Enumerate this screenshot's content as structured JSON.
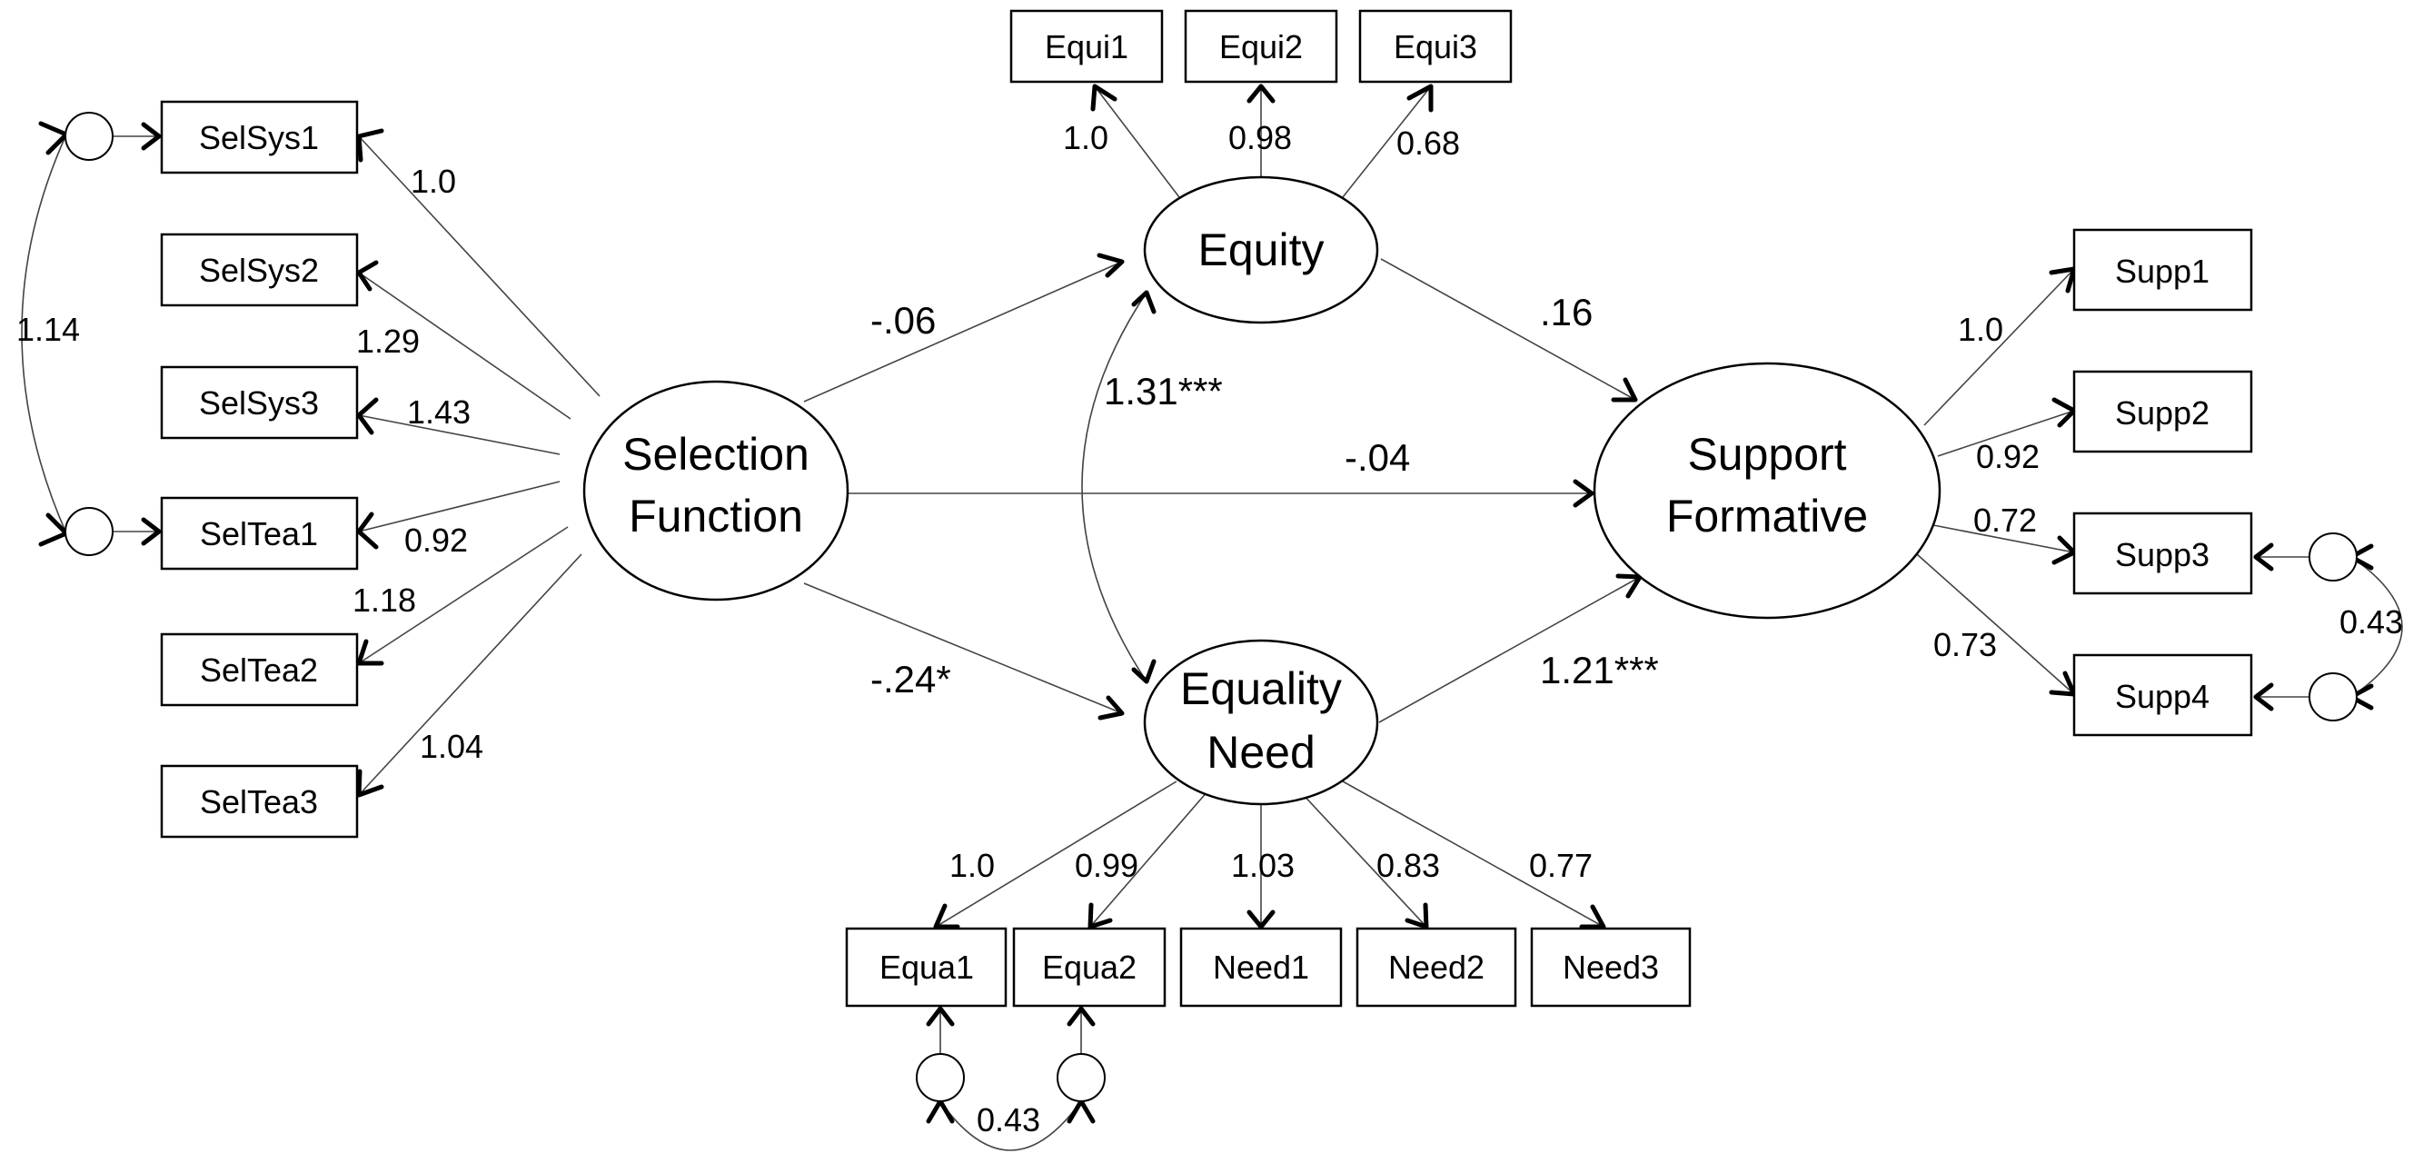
{
  "latent": {
    "selection": [
      "Selection",
      "Function"
    ],
    "equity": [
      "Equity"
    ],
    "equality": [
      "Equality",
      "Need"
    ],
    "support": [
      "Support",
      "Formative"
    ]
  },
  "indicators": {
    "selsys1": "SelSys1",
    "selsys2": "SelSys2",
    "selsys3": "SelSys3",
    "seltea1": "SelTea1",
    "seltea2": "SelTea2",
    "seltea3": "SelTea3",
    "equi1": "Equi1",
    "equi2": "Equi2",
    "equi3": "Equi3",
    "supp1": "Supp1",
    "supp2": "Supp2",
    "supp3": "Supp3",
    "supp4": "Supp4",
    "equa1": "Equa1",
    "equa2": "Equa2",
    "need1": "Need1",
    "need2": "Need2",
    "need3": "Need3"
  },
  "loadings": {
    "selsys1": "1.0",
    "selsys2": "1.29",
    "selsys3": "1.43",
    "seltea1": "0.92",
    "seltea2": "1.18",
    "seltea3": "1.04",
    "equi1": "1.0",
    "equi2": "0.98",
    "equi3": "0.68",
    "supp1": "1.0",
    "supp2": "0.92",
    "supp3": "0.72",
    "supp4": "0.73",
    "equa1": "1.0",
    "equa2": "0.99",
    "need1": "1.03",
    "need2": "0.83",
    "need3": "0.77"
  },
  "paths": {
    "selection_equity": "-.06",
    "selection_support": "-.04",
    "selection_equality": "-.24*",
    "equity_support": ".16",
    "equality_support": "1.21***"
  },
  "covariances": {
    "equity_equality": "1.31***",
    "err_selsys1_seltea1": "1.14",
    "err_supp3_supp4": "0.43",
    "err_equa1_equa2": "0.43"
  }
}
